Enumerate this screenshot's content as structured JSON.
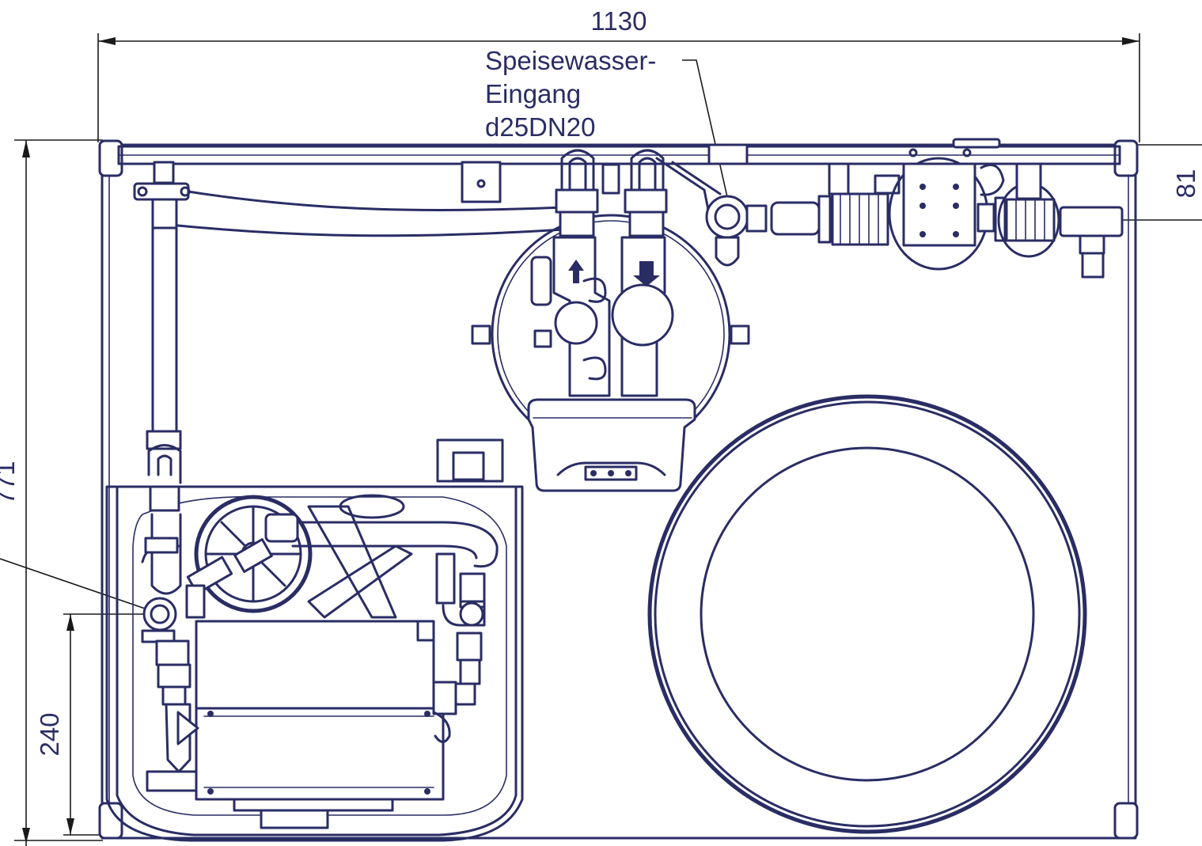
{
  "dimensions": {
    "overall_width": "1130",
    "overall_depth": "771",
    "header_offset": "81",
    "pipe_height": "240"
  },
  "labels": {
    "feed_water_inlet": [
      "Speisewasser-",
      "Eingang",
      "d25DN20"
    ]
  },
  "colors": {
    "drawing_line": "#2a2d64",
    "dimension_line": "#1a1a1a"
  }
}
